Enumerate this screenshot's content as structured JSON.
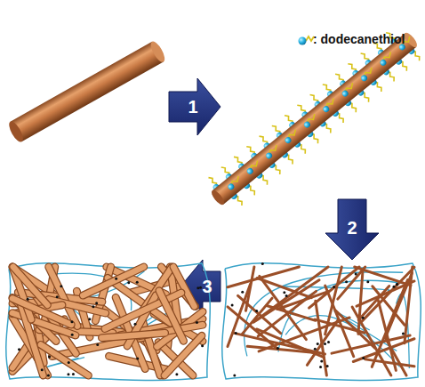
{
  "diagram": {
    "labels": [
      "1",
      "2",
      "3"
    ],
    "legend": [
      {
        "text": ": dodecanethiol"
      }
    ]
  }
}
